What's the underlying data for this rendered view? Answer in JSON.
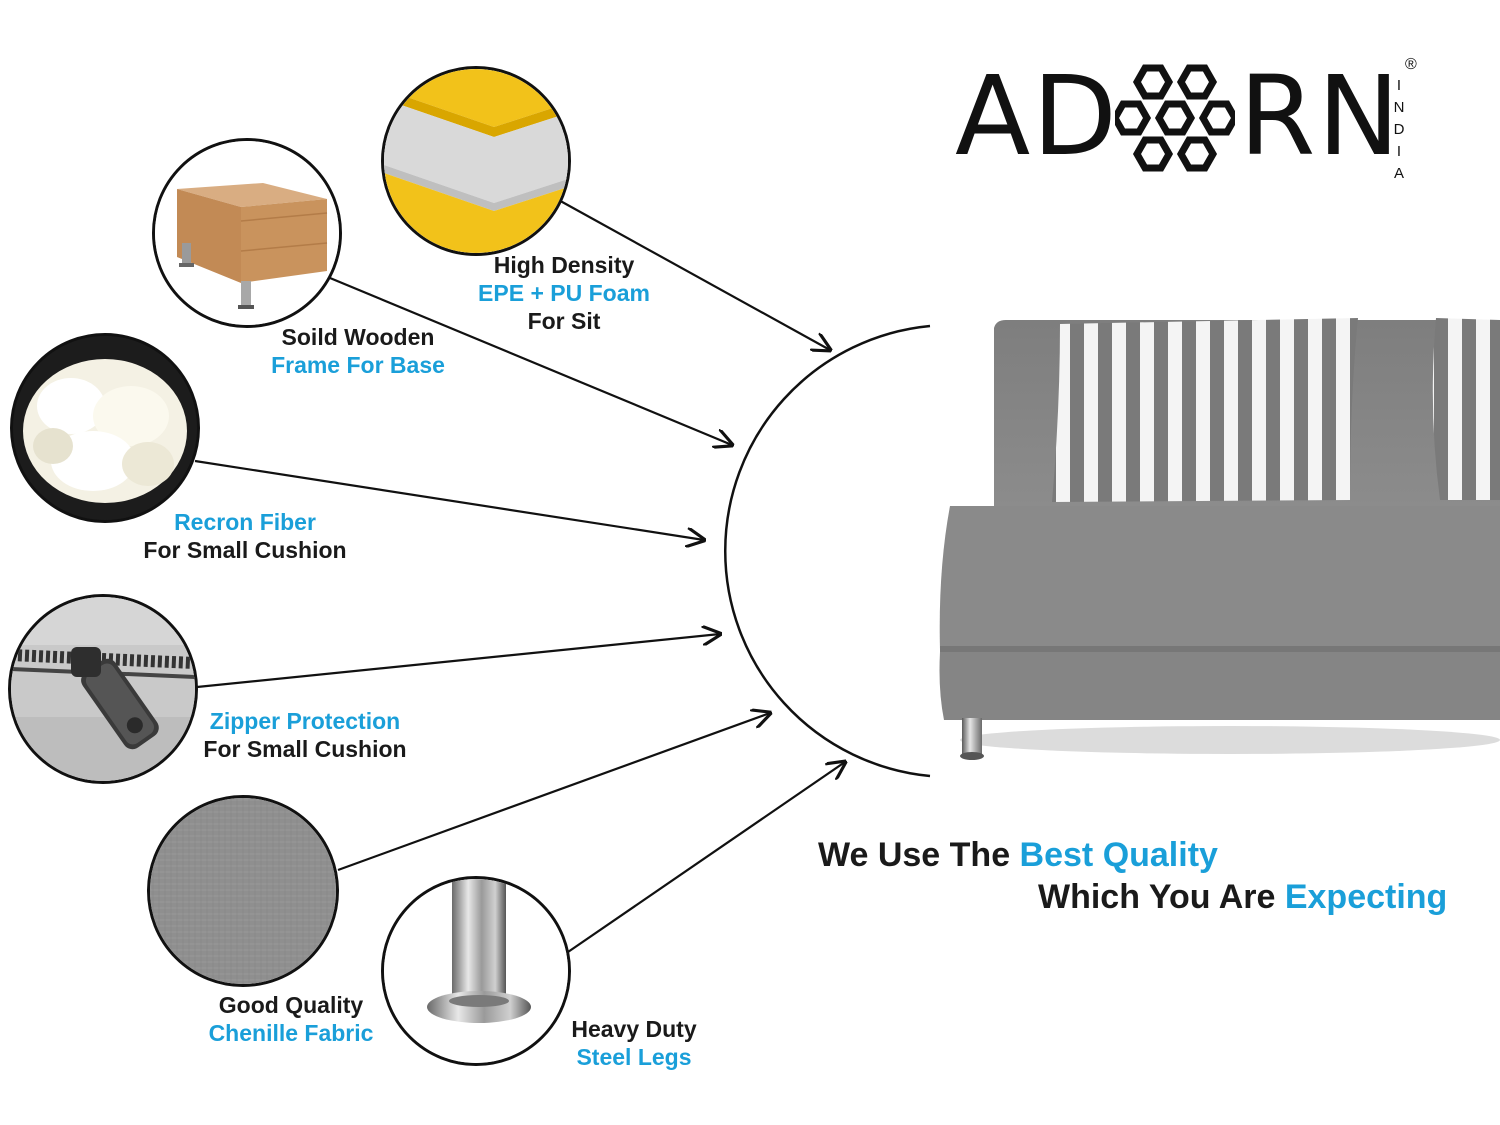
{
  "brand": {
    "logo_left": "AD",
    "logo_right": "RN",
    "logo_sub": "INDIA",
    "registered_mark": "®"
  },
  "features": [
    {
      "id": "foam",
      "line1": "High Density",
      "line2": "EPE + PU Foam",
      "line3": "For Sit"
    },
    {
      "id": "frame",
      "line1": "Soild Wooden",
      "line2": "Frame For Base"
    },
    {
      "id": "fiber",
      "line1": "Recron Fiber",
      "line2": "For Small Cushion"
    },
    {
      "id": "zipper",
      "line1": "Zipper Protection",
      "line2": "For Small Cushion"
    },
    {
      "id": "fabric",
      "line1": "Good Quality",
      "line2": "Chenille Fabric"
    },
    {
      "id": "legs",
      "line1": "Heavy Duty",
      "line2": "Steel Legs"
    }
  ],
  "tagline": {
    "line1_dark": "We Use The ",
    "line1_blue": "Best Quality",
    "line2_dark": "Which You Are ",
    "line2_blue": "Expecting"
  },
  "colors": {
    "accent": "#1a9fd9",
    "text": "#1a1a1a",
    "sofa": "#8a8a8a"
  }
}
